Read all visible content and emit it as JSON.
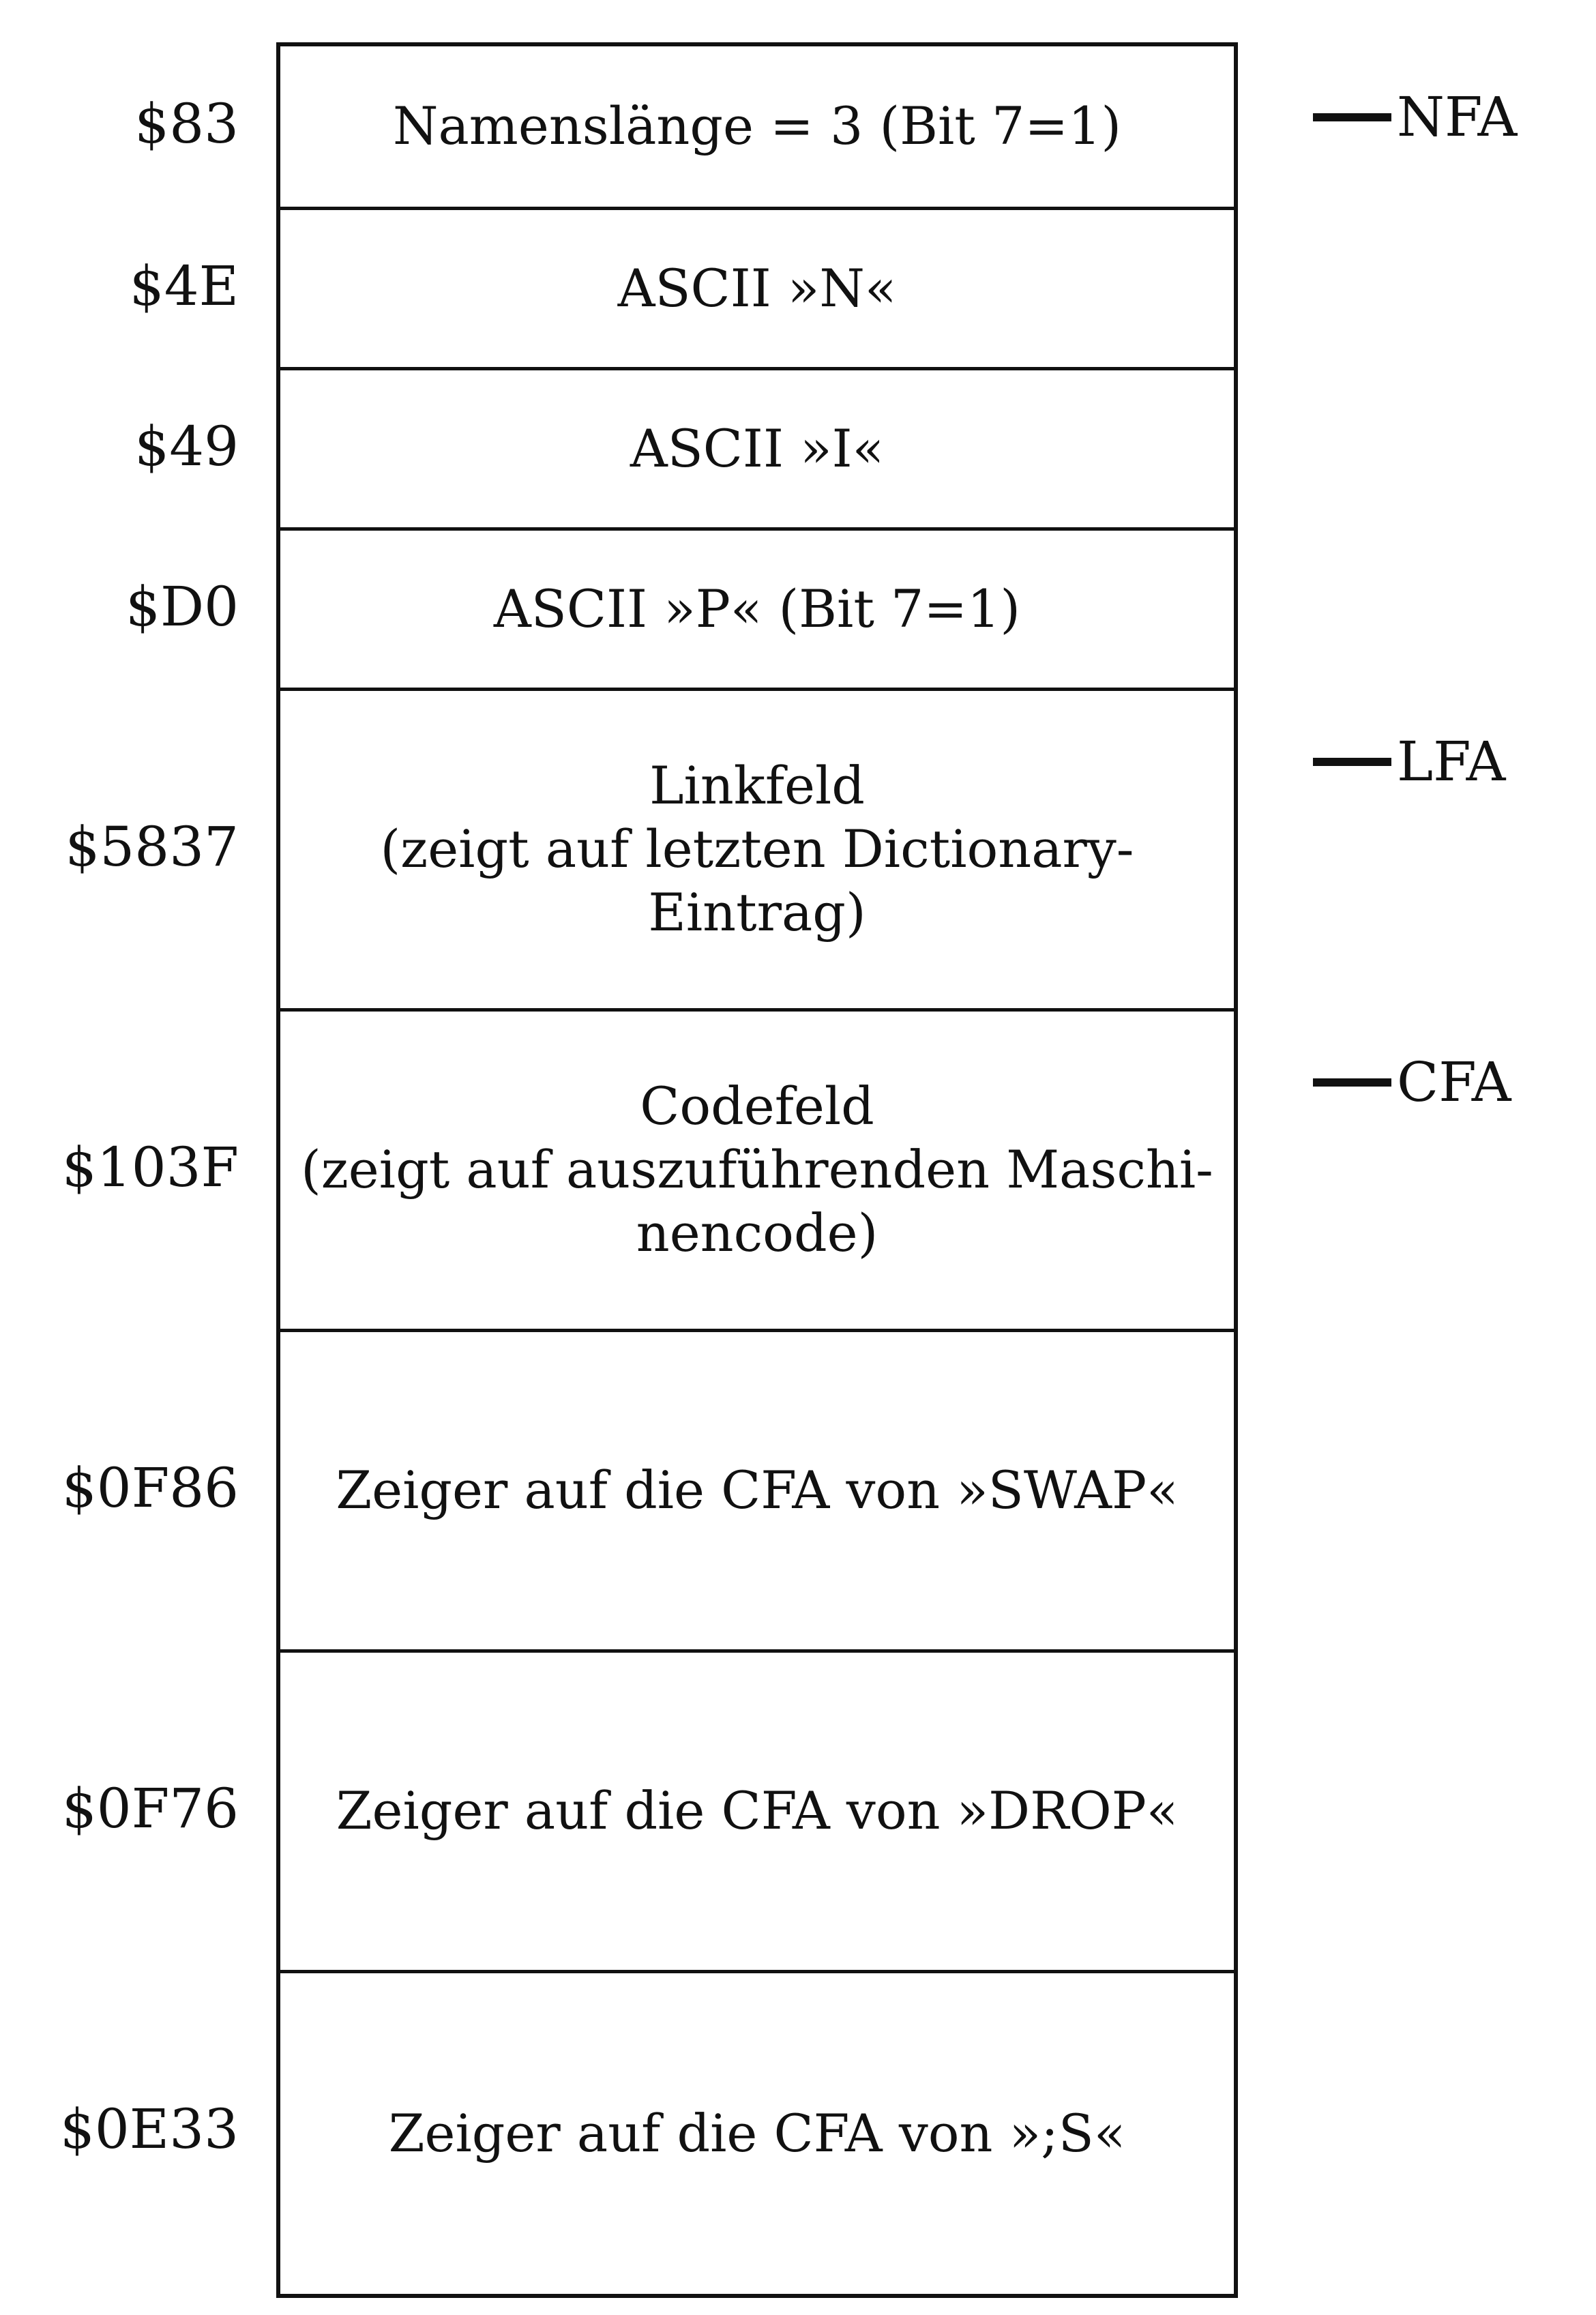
{
  "fields": [
    {
      "address": "$83",
      "text": "Namenslänge = 3 (Bit 7=1)"
    },
    {
      "address": "$4E",
      "text": "ASCII »N«"
    },
    {
      "address": "$49",
      "text": "ASCII »I«"
    },
    {
      "address": "$D0",
      "text": "ASCII »P« (Bit 7=1)"
    },
    {
      "address": "$5837",
      "text": "Linkfeld\n(zeigt auf letzten Dictionary-Eintrag)"
    },
    {
      "address": "$103F",
      "text": "Codefeld\n(zeigt auf auszuführenden Maschi-\nnencode)"
    },
    {
      "address": "$0F86",
      "text": "Zeiger auf die CFA von »SWAP«"
    },
    {
      "address": "$0F76",
      "text": "Zeiger auf die CFA von »DROP«"
    },
    {
      "address": "$0E33",
      "text": "Zeiger auf die CFA von »;S«"
    }
  ],
  "markers": [
    {
      "label": "NFA",
      "field_index": 0
    },
    {
      "label": "LFA",
      "field_index": 4
    },
    {
      "label": "CFA",
      "field_index": 5
    }
  ],
  "colors": {
    "ink": "#111111",
    "background": "#ffffff"
  }
}
